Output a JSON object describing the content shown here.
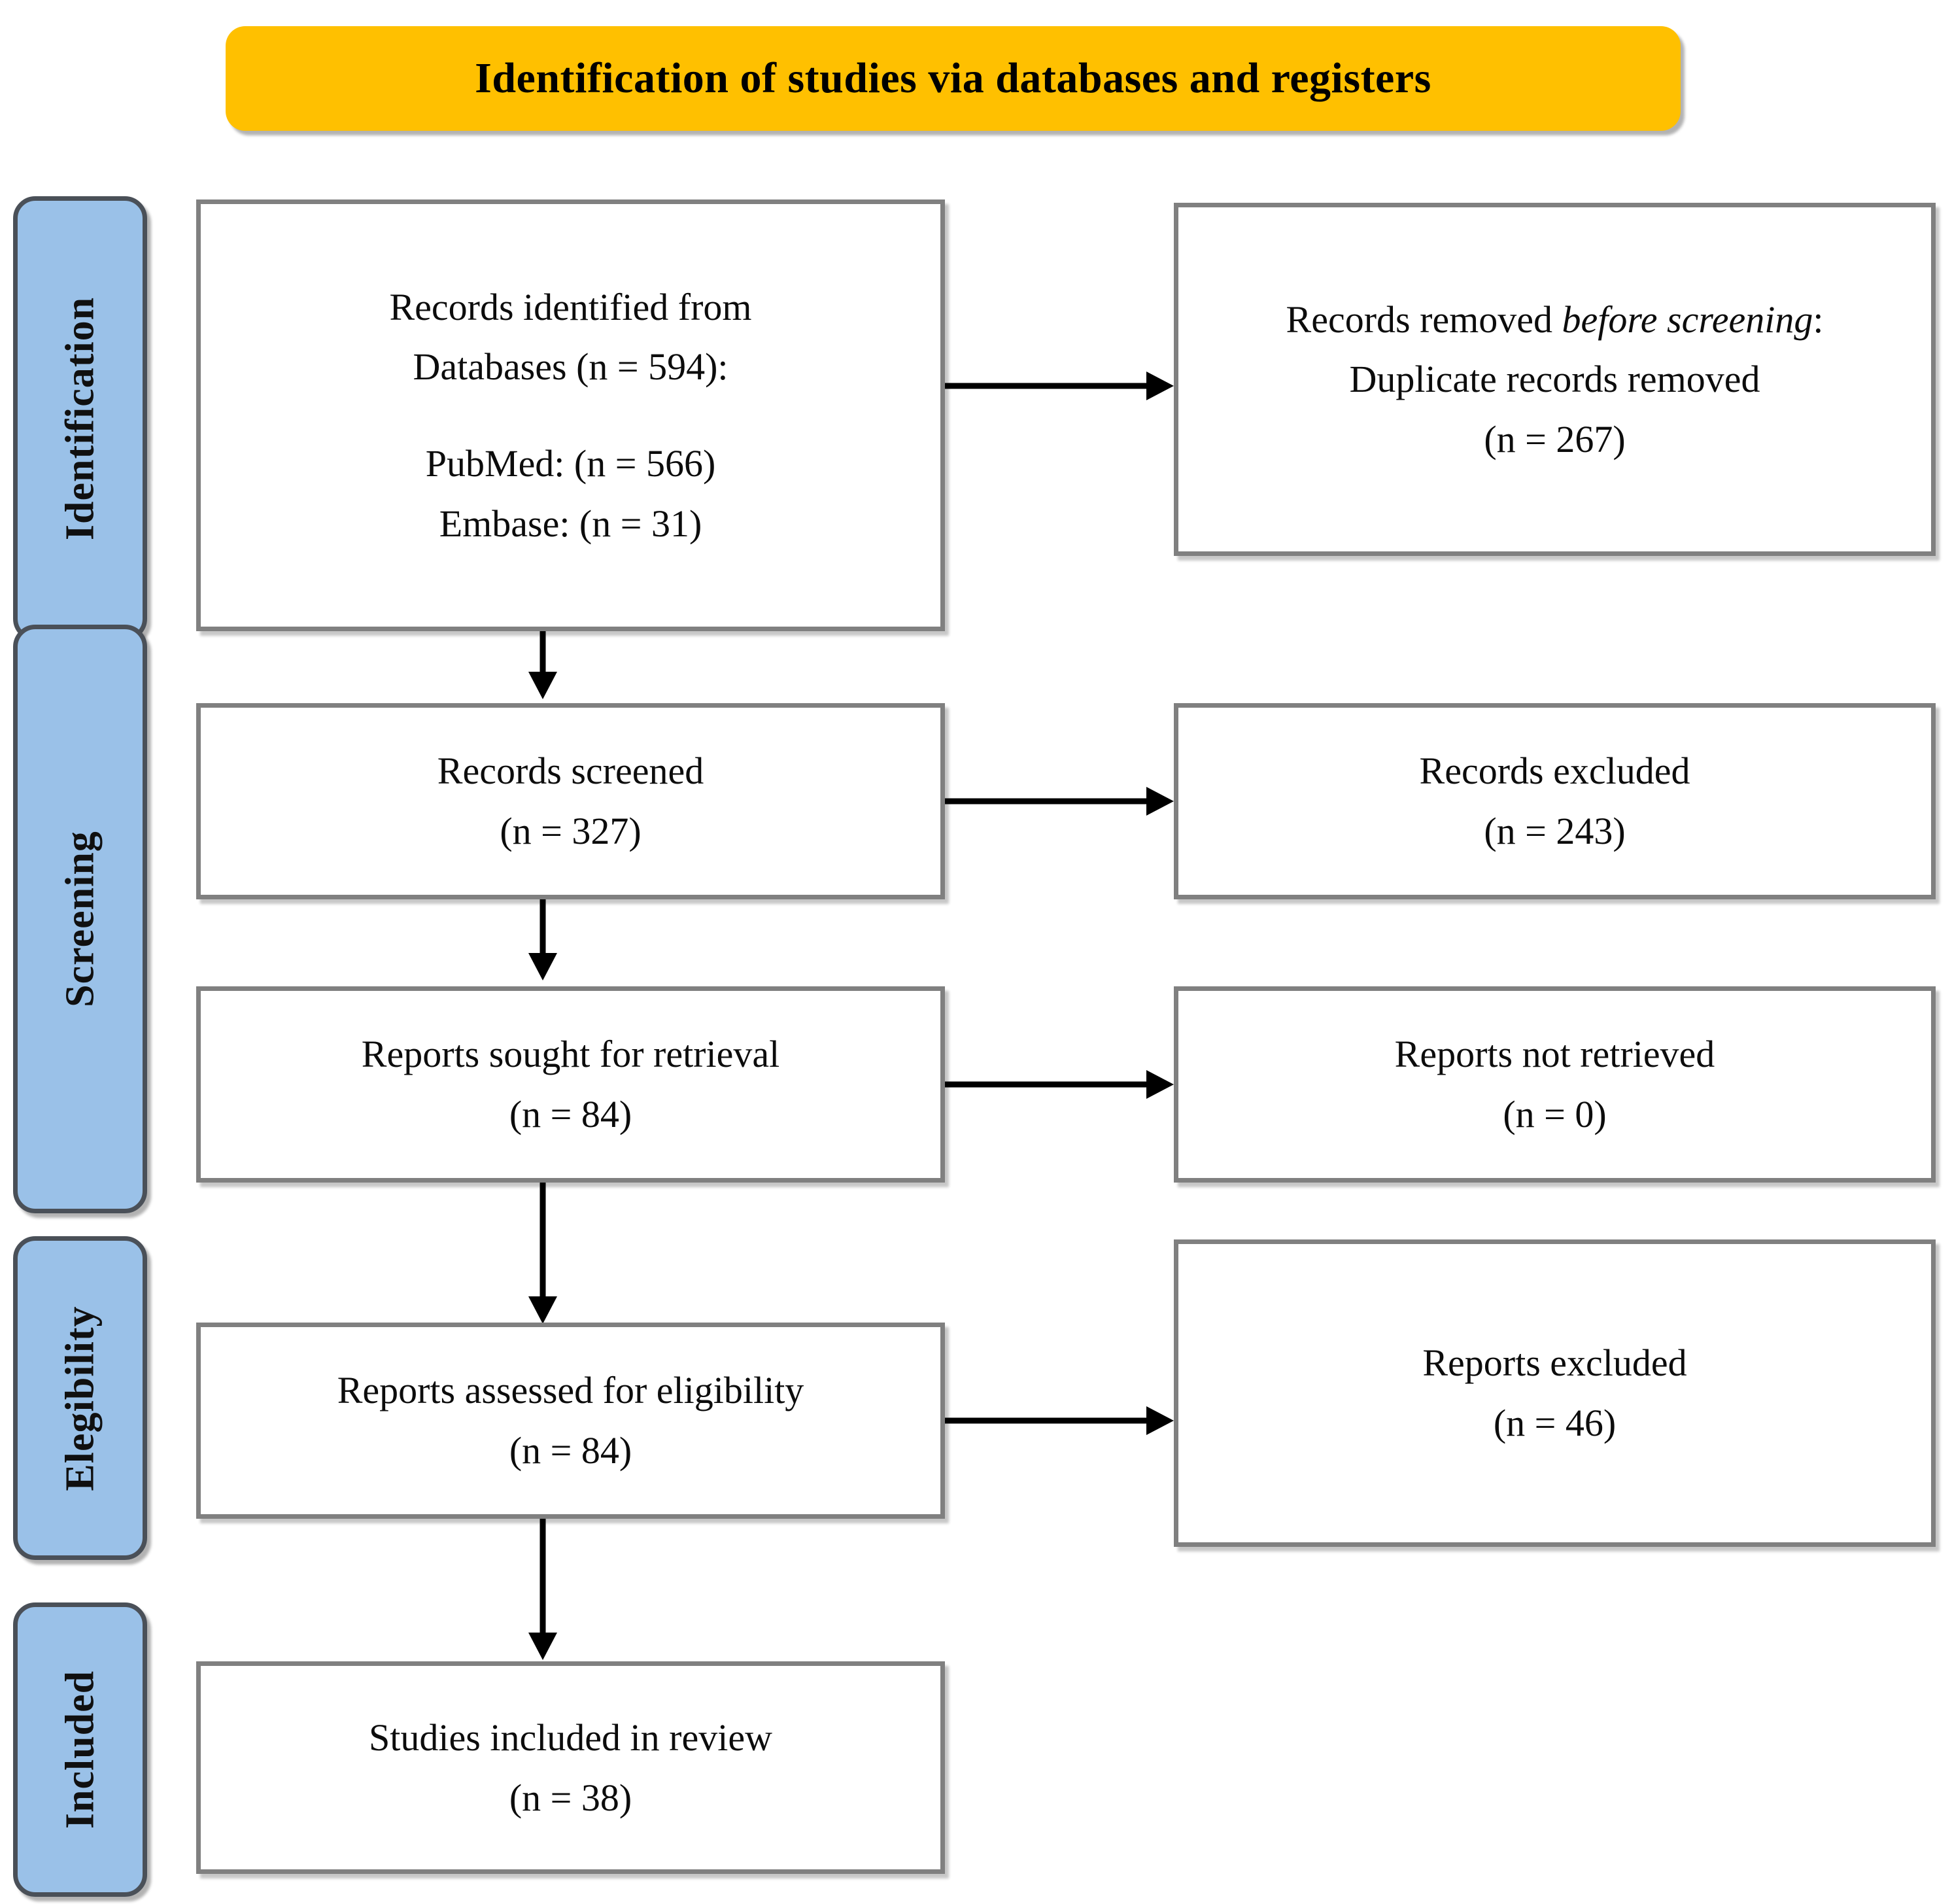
{
  "banner": {
    "title": "Identification of studies via databases and registers",
    "bg_color": "#FFC000"
  },
  "stages": [
    {
      "label": "Identification"
    },
    {
      "label": "Screening"
    },
    {
      "label": "Elegibility"
    },
    {
      "label": "Included"
    }
  ],
  "stage_color": "#9AC1E8",
  "box_border_color": "#808080",
  "arrow_color": "#000000",
  "boxes": {
    "identified": {
      "line1": "Records identified from",
      "line2": "Databases (n = 594):",
      "line3": "PubMed: (n = 566)",
      "line4": "Embase: (n = 31)"
    },
    "removed_before_screening": {
      "line1_plain": "Records removed ",
      "line1_italic": "before screening",
      "line1_tail": ":",
      "line2": "Duplicate records removed",
      "line3": "(n = 267)"
    },
    "records_screened": {
      "line1": "Records screened",
      "line2": "(n = 327)"
    },
    "records_excluded": {
      "line1": "Records excluded",
      "line2": "(n = 243)"
    },
    "reports_sought": {
      "line1": "Reports sought for retrieval",
      "line2": "(n = 84)"
    },
    "reports_not_retrieved": {
      "line1": "Reports not retrieved",
      "line2": "(n = 0)"
    },
    "reports_assessed": {
      "line1": "Reports assessed for eligibility",
      "line2": "(n = 84)"
    },
    "reports_excluded": {
      "line1": "Reports excluded",
      "line2": "(n = 46)"
    },
    "studies_included": {
      "line1": "Studies included in review",
      "line2": "(n = 38)"
    }
  },
  "chart_data": {
    "type": "diagram",
    "title": "Identification of studies via databases and registers",
    "diagram_kind": "PRISMA flow diagram",
    "stages": [
      "Identification",
      "Screening",
      "Elegibility",
      "Included"
    ],
    "nodes": [
      {
        "id": "identified",
        "stage": "Identification",
        "column": "left",
        "label": "Records identified from Databases (n = 594): PubMed: (n = 566) Embase: (n = 31)",
        "n": 594
      },
      {
        "id": "removed_before_screening",
        "stage": "Identification",
        "column": "right",
        "label": "Records removed before screening: Duplicate records removed (n = 267)",
        "n": 267
      },
      {
        "id": "records_screened",
        "stage": "Screening",
        "column": "left",
        "label": "Records screened (n = 327)",
        "n": 327
      },
      {
        "id": "records_excluded",
        "stage": "Screening",
        "column": "right",
        "label": "Records excluded (n = 243)",
        "n": 243
      },
      {
        "id": "reports_sought",
        "stage": "Screening",
        "column": "left",
        "label": "Reports sought for retrieval (n = 84)",
        "n": 84
      },
      {
        "id": "reports_not_retrieved",
        "stage": "Screening",
        "column": "right",
        "label": "Reports not retrieved (n = 0)",
        "n": 0
      },
      {
        "id": "reports_assessed",
        "stage": "Elegibility",
        "column": "left",
        "label": "Reports assessed for eligibility (n = 84)",
        "n": 84
      },
      {
        "id": "reports_excluded",
        "stage": "Elegibility",
        "column": "right",
        "label": "Reports excluded (n = 46)",
        "n": 46
      },
      {
        "id": "studies_included",
        "stage": "Included",
        "column": "left",
        "label": "Studies included in review (n = 38)",
        "n": 38
      }
    ],
    "edges": [
      {
        "from": "identified",
        "to": "removed_before_screening",
        "direction": "right"
      },
      {
        "from": "identified",
        "to": "records_screened",
        "direction": "down"
      },
      {
        "from": "records_screened",
        "to": "records_excluded",
        "direction": "right"
      },
      {
        "from": "records_screened",
        "to": "reports_sought",
        "direction": "down"
      },
      {
        "from": "reports_sought",
        "to": "reports_not_retrieved",
        "direction": "right"
      },
      {
        "from": "reports_sought",
        "to": "reports_assessed",
        "direction": "down"
      },
      {
        "from": "reports_assessed",
        "to": "reports_excluded",
        "direction": "right"
      },
      {
        "from": "reports_assessed",
        "to": "studies_included",
        "direction": "down"
      }
    ],
    "sub_counts": {
      "PubMed": 566,
      "Embase": 31
    }
  }
}
